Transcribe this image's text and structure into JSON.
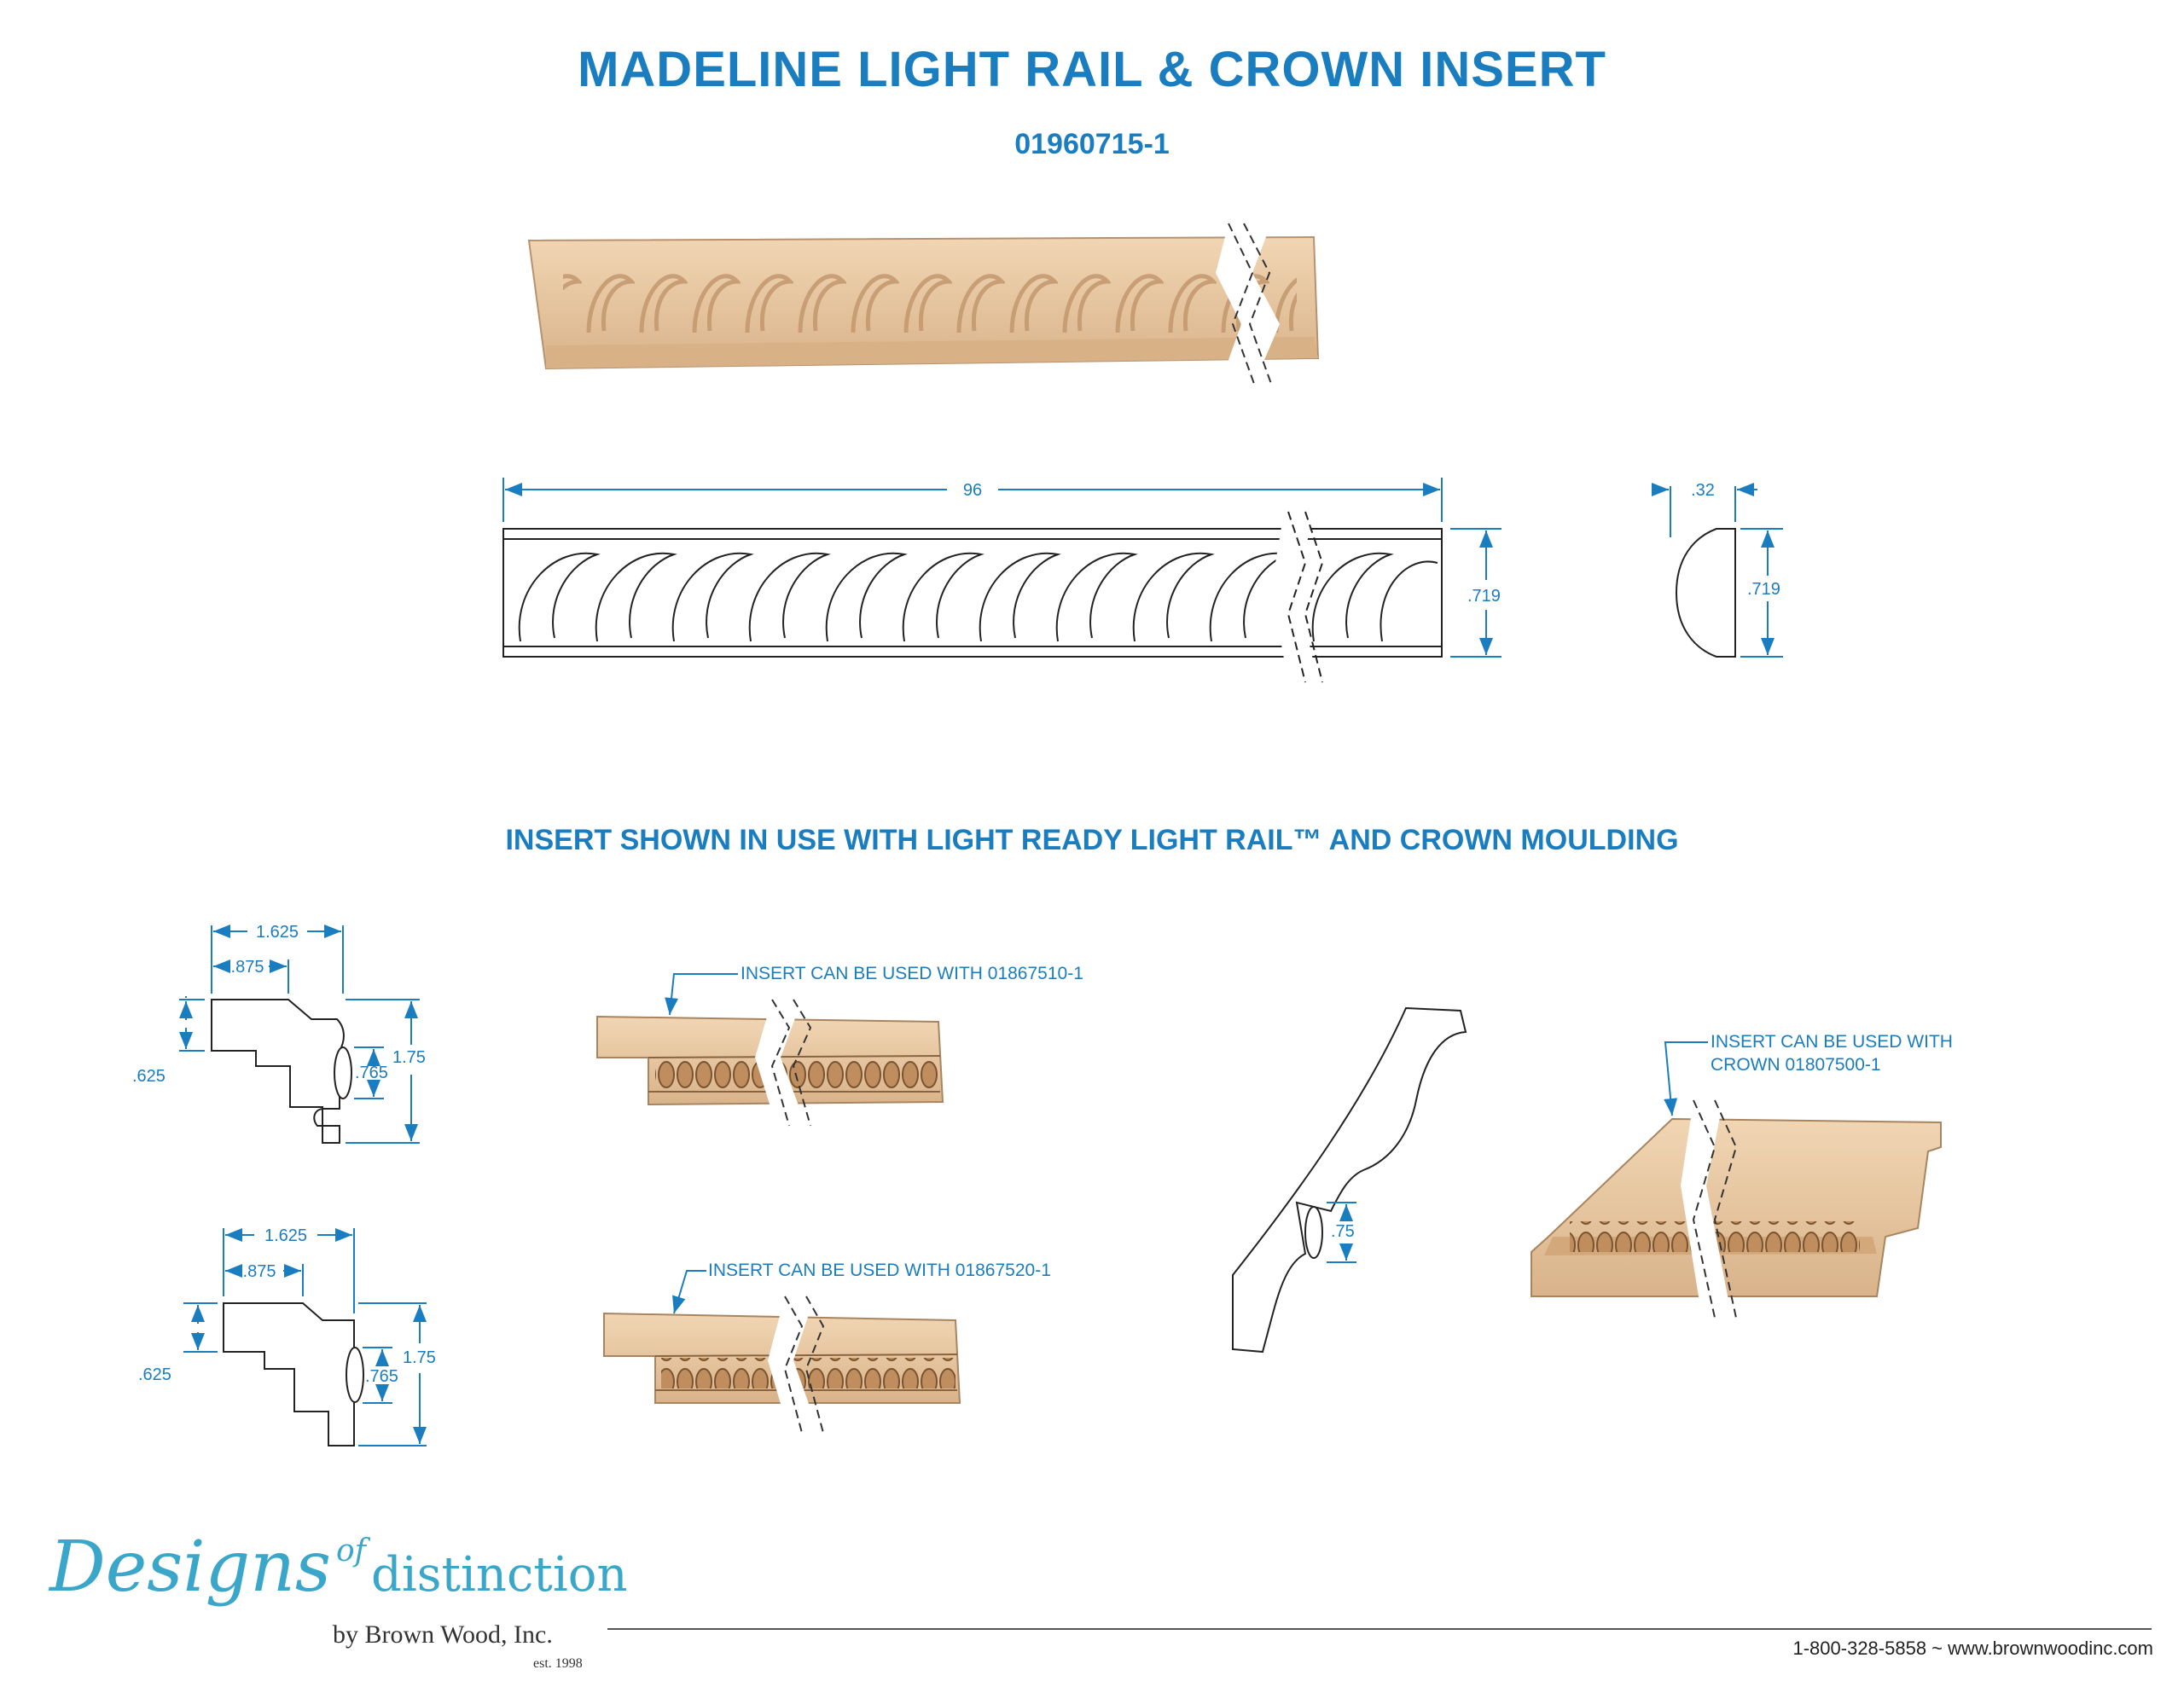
{
  "header": {
    "title": "MADELINE LIGHT RAIL & CROWN INSERT",
    "part_number": "01960715-1"
  },
  "elevation": {
    "length": "96",
    "height": ".719",
    "depth": ".32",
    "side_height": ".719"
  },
  "usage": {
    "heading": "INSERT SHOWN IN USE WITH LIGHT READY LIGHT RAIL™ AND CROWN MOULDING"
  },
  "profile_a": {
    "width_total": "1.625",
    "width_inner": ".875",
    "left_drop": ".625",
    "insert_height": ".765",
    "total_height": "1.75"
  },
  "profile_b": {
    "width_total": "1.625",
    "width_inner": ".875",
    "left_drop": ".625",
    "insert_height": ".765",
    "total_height": "1.75"
  },
  "crown_profile": {
    "insert_height": ".75"
  },
  "callouts": {
    "rail_a": "INSERT CAN BE USED WITH 01867510-1",
    "rail_b": "INSERT CAN BE USED WITH 01867520-1",
    "crown_line1": "INSERT CAN BE USED WITH",
    "crown_line2": "CROWN 01807500-1"
  },
  "brand": {
    "script": "Designs",
    "of": "of",
    "word": "distinction",
    "byline": "by Brown Wood, Inc.",
    "est": "est. 1998"
  },
  "footer": {
    "contact": "1-800-328-5858 ~ www.brownwoodinc.com"
  },
  "colors": {
    "accent": "#1a7dbf",
    "wood": "#e8c7a0",
    "brand": "#3aa6c9"
  }
}
